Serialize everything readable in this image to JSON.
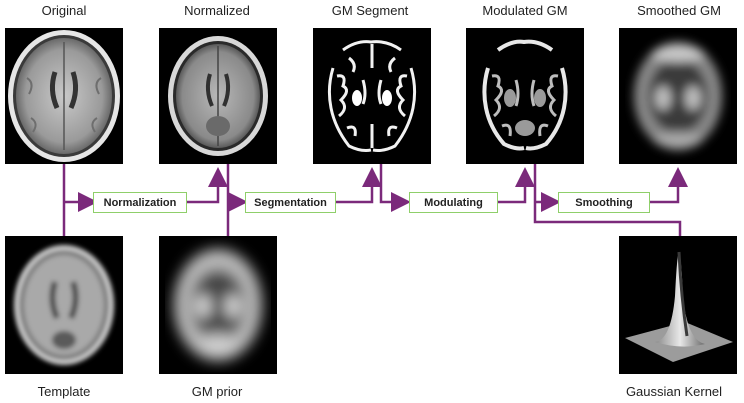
{
  "captions": {
    "original": "Original",
    "normalized": "Normalized",
    "gm_segment": "GM Segment",
    "modulated_gm": "Modulated GM",
    "smoothed_gm": "Smoothed GM",
    "template": "Template",
    "gm_prior": "GM prior",
    "gaussian_kernel": "Gaussian Kernel"
  },
  "steps": {
    "normalization": "Normalization",
    "segmentation": "Segmentation",
    "modulating": "Modulating",
    "smoothing": "Smoothing"
  },
  "colors": {
    "arrow": "#7b2a7b",
    "step_border": "#8fcf6a"
  }
}
